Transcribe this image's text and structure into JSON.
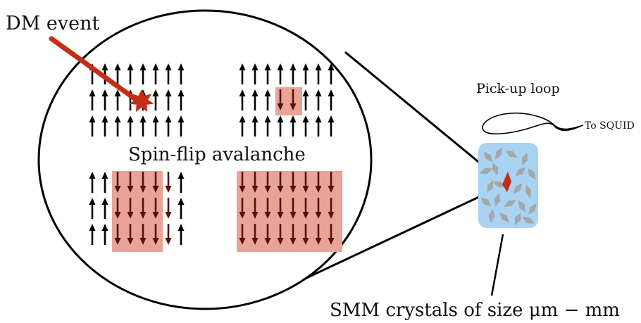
{
  "labels": {
    "dm_event": "DM event",
    "avalanche": "Spin-flip avalanche",
    "pickup": "Pick-up loop",
    "squid": "To SQUID",
    "smm": "SMM crystals of size μm − mm"
  },
  "colors": {
    "arrow": "#000000",
    "flipped_arrow": "#5a0f08",
    "flip_highlight": "#e8a498",
    "dm_ray": "#c42d16",
    "crystal_bg": "#a8d3f3",
    "crystal": "#a6a6a6",
    "event_crystal": "#c42d16"
  },
  "panels": [
    {
      "name": "before-flip",
      "rows": 3,
      "cols": 8,
      "flipped": []
    },
    {
      "name": "initial-flip",
      "rows": 3,
      "cols": 8,
      "flipped": [
        "1,3",
        "1,4"
      ]
    },
    {
      "name": "partial-avalanche",
      "rows": 3,
      "cols": 8,
      "flipped": [
        "0,2",
        "0,3",
        "0,4",
        "0,5",
        "0,6",
        "1,2",
        "1,3",
        "1,4",
        "1,5",
        "1,6",
        "2,2",
        "2,3",
        "2,4",
        "2,5",
        "2,6"
      ]
    },
    {
      "name": "full-avalanche",
      "rows": 3,
      "cols": 8,
      "flipped": [
        "0,0",
        "0,1",
        "0,2",
        "0,3",
        "0,4",
        "0,5",
        "0,6",
        "0,7",
        "1,0",
        "1,1",
        "1,2",
        "1,3",
        "1,4",
        "1,5",
        "1,6",
        "1,7",
        "2,0",
        "2,1",
        "2,2",
        "2,3",
        "2,4",
        "2,5",
        "2,6",
        "2,7"
      ]
    }
  ]
}
